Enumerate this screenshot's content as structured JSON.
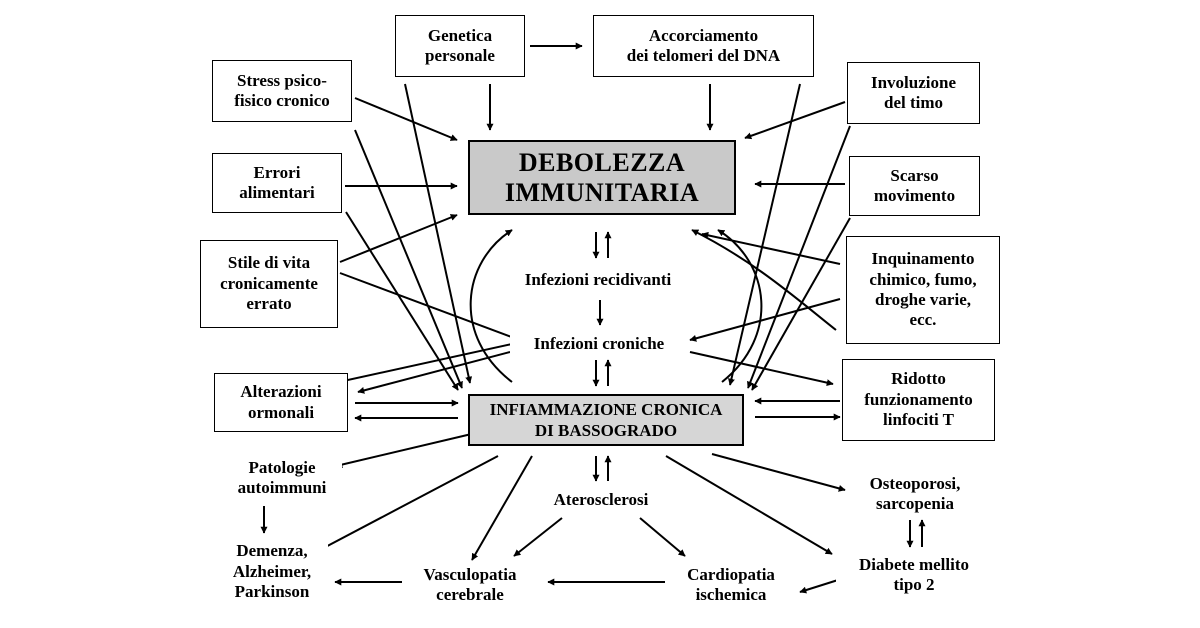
{
  "title": "",
  "nodes": {
    "genetica": "Genetica\npersonale",
    "telomeri": "Accorciamento\ndei telomeri del DNA",
    "stress": "Stress psico-\nfisico cronico",
    "timo": "Involuzione\ndel timo",
    "alimentari": "Errori\nalimentari",
    "debolezza": "DEBOLEZZA\nIMMUNITARIA",
    "movimento": "Scarso\nmovimento",
    "stile": "Stile di vita\ncronicamente\nerrato",
    "inquinamento": "Inquinamento\nchimico, fumo,\ndroghe varie,\necc.",
    "infezioni_recidivanti": "Infezioni recidivanti",
    "infezioni_croniche": "Infezioni croniche",
    "linfociti": "Ridotto\nfunzionamento\nlinfociti T",
    "ormonali": "Alterazioni\normonali",
    "infiammazione": "INFIAMMAZIONE CRONICA\nDI BASSOGRADO",
    "autoimmuni": "Patologie\nautoimmuni",
    "osteoporosi": "Osteoporosi,\nsarcopenia",
    "aterosclerosi": "Aterosclerosi",
    "demenza": "Demenza,\nAlzheimer,\nParkinson",
    "diabete": "Diabete mellito\ntipo 2",
    "vasculopatia": "Vasculopatia\ncerebrale",
    "cardiopatia": "Cardiopatia\nischemica"
  },
  "colors": {
    "main_box_fill": "#c9c9c9",
    "sub_box_fill": "#d6d6d6",
    "line": "#000000"
  }
}
